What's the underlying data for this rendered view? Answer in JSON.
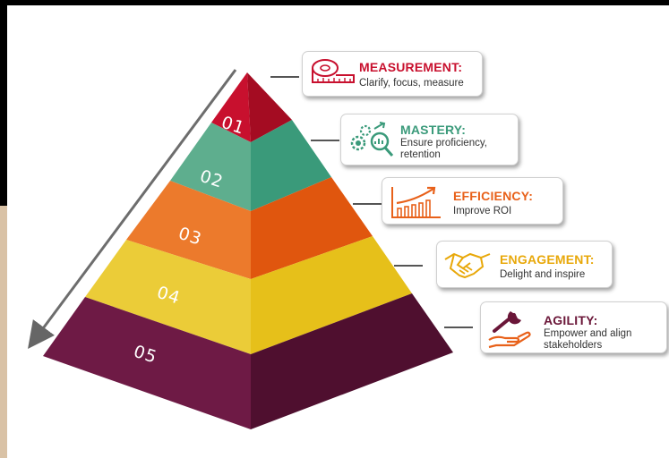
{
  "colors": {
    "measurement": "#c8102e",
    "mastery": "#3a9a7a",
    "efficiency": "#e8611a",
    "engagement": "#e8c41a",
    "agility": "#6a1638"
  },
  "levels": [
    {
      "number": "01",
      "title": "MEASUREMENT:",
      "desc": [
        "Clarify, focus, measure"
      ],
      "icon": "tape-measure-icon",
      "title_color": "#c8102e"
    },
    {
      "number": "02",
      "title": "MASTERY:",
      "desc": [
        "Ensure proficiency,",
        "retention"
      ],
      "icon": "gears-magnifier-icon",
      "title_color": "#3a9a7a"
    },
    {
      "number": "03",
      "title": "EFFICIENCY:",
      "desc": [
        "Improve ROI"
      ],
      "icon": "growth-chart-icon",
      "title_color": "#e8611a"
    },
    {
      "number": "04",
      "title": "ENGAGEMENT:",
      "desc": [
        "Delight and inspire"
      ],
      "icon": "handshake-icon",
      "title_color": "#e8a80a"
    },
    {
      "number": "05",
      "title": "AGILITY:",
      "desc": [
        "Empower and align",
        "stakeholders"
      ],
      "icon": "wrench-hand-icon",
      "title_color": "#6a1638"
    }
  ]
}
